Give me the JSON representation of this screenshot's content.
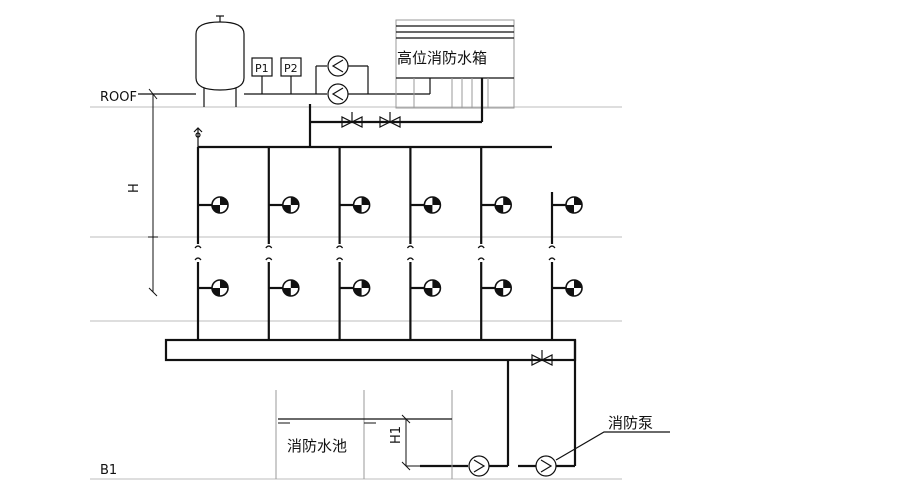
{
  "labels": {
    "roof": "ROOF",
    "basement": "B1",
    "height_dim": "H",
    "pool_height_dim": "H1",
    "tank": "高位消防水箱",
    "pool": "消防水池",
    "pump": "消防泵",
    "gauge_1": "P1",
    "gauge_2": "P2"
  },
  "riser_count": 6,
  "hydrant_floors": 2
}
